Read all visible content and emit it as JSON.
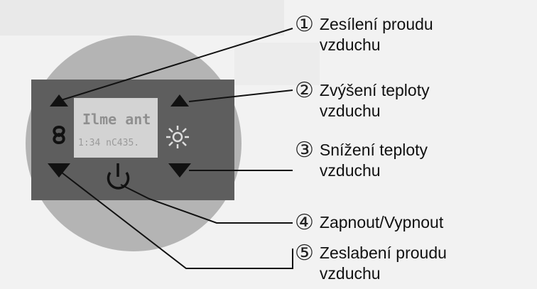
{
  "panel": {
    "display_text_line1": "Ilme ant",
    "display_text_line2": "1:34 nC435."
  },
  "callouts": [
    {
      "num": "①",
      "line1": "Zesílení  proudu",
      "line2": "vzduchu"
    },
    {
      "num": "②",
      "line1": "Zvýšení teploty",
      "line2": "vzduchu"
    },
    {
      "num": "③",
      "line1": "Snížení teploty",
      "line2": "vzduchu"
    },
    {
      "num": "④",
      "line1": "Zapnout/Vypnout",
      "line2": ""
    },
    {
      "num": "⑤",
      "line1": "Zeslabení proudu",
      "line2": "vzduchu"
    }
  ]
}
